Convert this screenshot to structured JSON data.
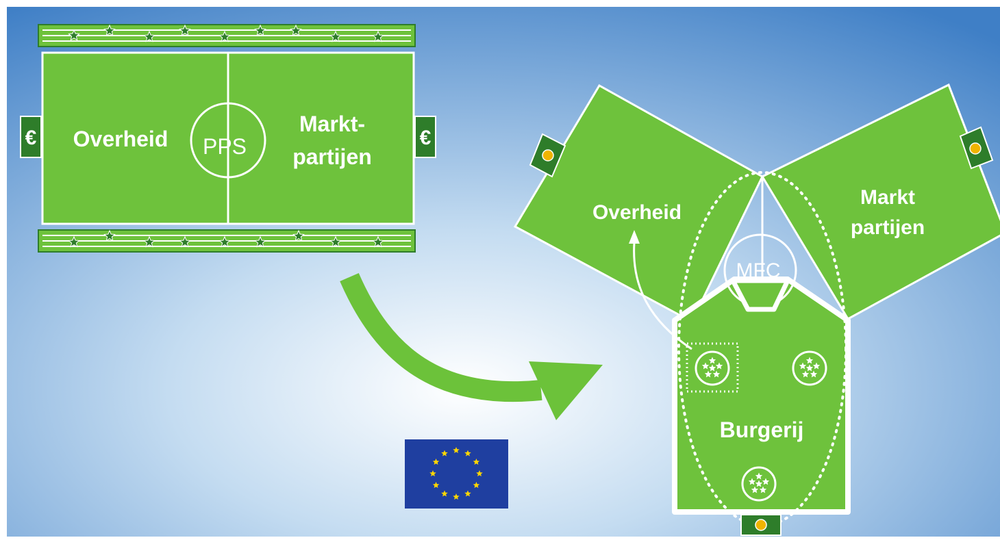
{
  "colors": {
    "background_center": "#ffffff",
    "background_edge": "#3f7fc6",
    "field_green": "#6ec23c",
    "field_dark_green": "#2e7d2a",
    "line_white": "#ffffff",
    "arrow_green": "#6cc23a",
    "eu_blue": "#1f3fa0",
    "eu_star_yellow": "#ffd700"
  },
  "pps_field": {
    "left_label": "Overheid",
    "center_label": "PPS",
    "right_label_line1": "Markt-",
    "right_label_line2": "partijen",
    "goal_symbol": "€"
  },
  "mfc_field": {
    "left_label": "Overheid",
    "right_label_line1": "Markt",
    "right_label_line2": "partijen",
    "center_label": "MFC",
    "bottom_label": "Burgerij"
  },
  "icons": {
    "transition_arrow": "curved-arrow-icon",
    "eu_flag": "eu-flag-icon",
    "stadium_star": "star-icon",
    "goal_coin": "smiley-coin-icon",
    "star_ball": "star-ball-icon"
  }
}
